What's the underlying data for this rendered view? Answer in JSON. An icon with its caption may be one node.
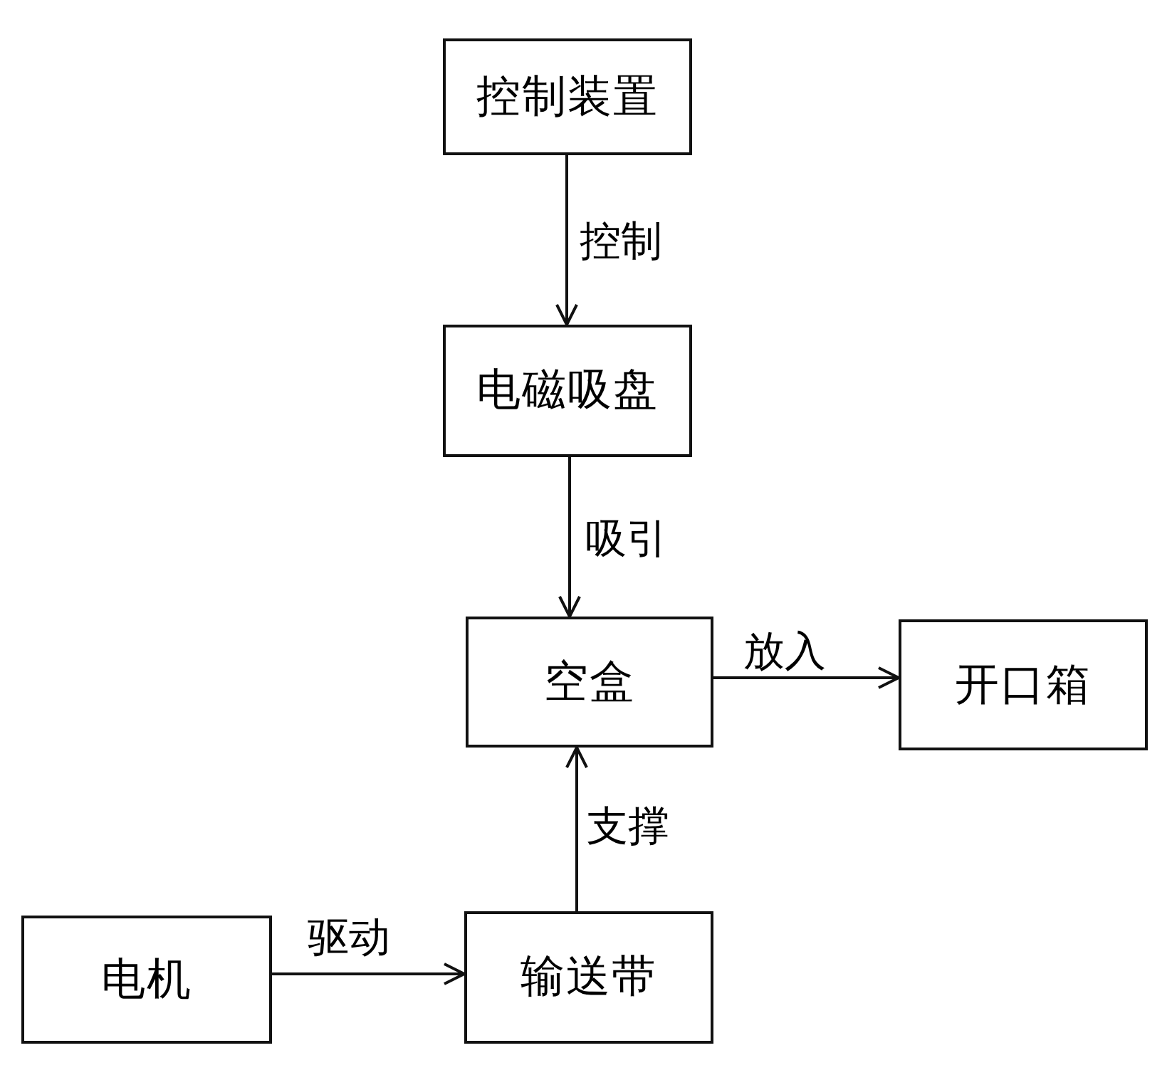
{
  "diagram": {
    "nodes": [
      {
        "text": [
          "控制装置"
        ]
      },
      {
        "text": [
          "电磁吸盘"
        ]
      },
      {
        "text": [
          "空盒"
        ]
      },
      {
        "text": [
          "开口箱"
        ]
      },
      {
        "text": [
          "电机"
        ]
      },
      {
        "text": [
          "输送带"
        ]
      }
    ],
    "edges": [
      {
        "from": 0,
        "to": 1,
        "arrow": "to",
        "label": "控制"
      },
      {
        "from": 1,
        "to": 2,
        "arrow": "to",
        "label": "吸引"
      },
      {
        "from": 2,
        "to": 3,
        "arrow": "to",
        "label": "放入"
      },
      {
        "from": 4,
        "to": 5,
        "arrow": "to",
        "label": "驱动"
      },
      {
        "from": 5,
        "to": 2,
        "arrow": "to",
        "label": "支撑"
      }
    ]
  }
}
